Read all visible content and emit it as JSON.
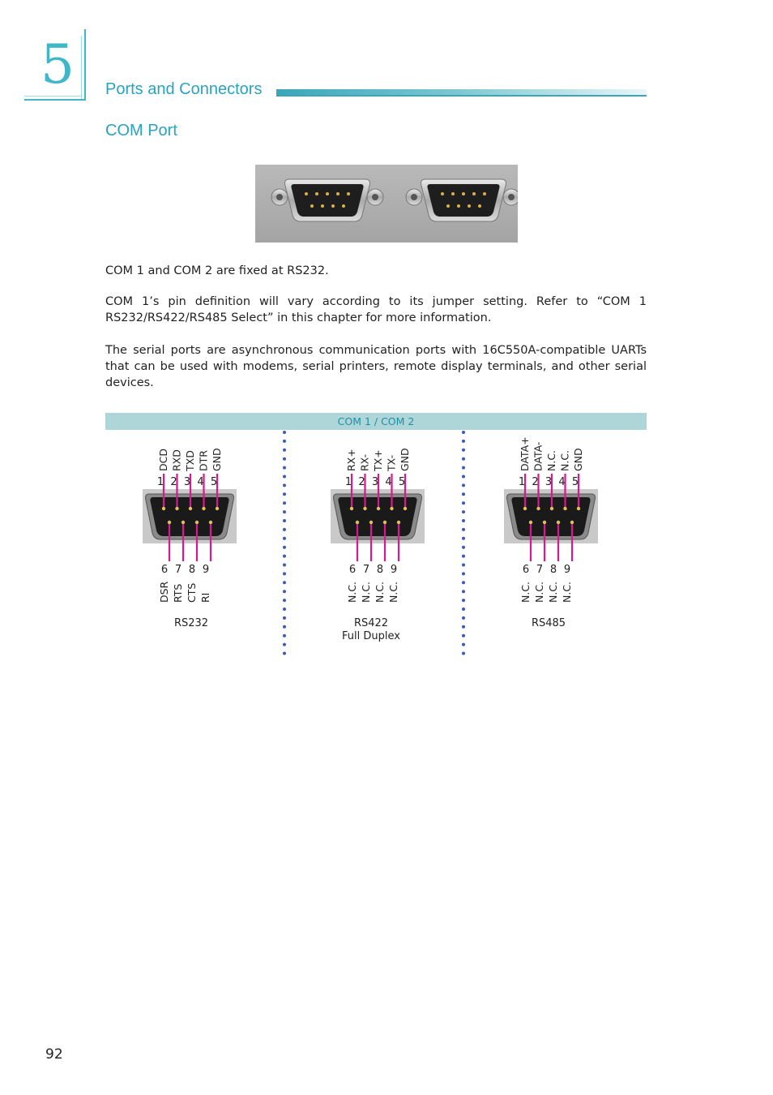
{
  "chapter": {
    "number": "5",
    "title": "Ports and Connectors"
  },
  "heading": "COM Port",
  "paragraphs": [
    "COM 1 and COM 2 are fixed at RS232.",
    "COM 1’s pin definition will vary according to its jumper setting. Refer to “COM 1 RS232/RS422/RS485 Select” in this chapter for more information.",
    "The serial ports are asynchronous communication ports with 16C550A-compatible UARTs that can be used with modems, serial printers, remote display terminals, and other serial devices."
  ],
  "pinout": {
    "header": "COM 1 / COM 2",
    "connectors": [
      {
        "top_pins": [
          "1",
          "2",
          "3",
          "4",
          "5"
        ],
        "top_signals": [
          "DCD",
          "RXD",
          "TXD",
          "DTR",
          "GND"
        ],
        "bottom_pins": [
          "6",
          "7",
          "8",
          "9"
        ],
        "bottom_signals": [
          "DSR",
          "RTS",
          "CTS",
          "RI"
        ],
        "mode": "RS232",
        "mode_sub": ""
      },
      {
        "top_pins": [
          "1",
          "2",
          "3",
          "4",
          "5"
        ],
        "top_signals": [
          "RX+",
          "RX-",
          "TX+",
          "TX-",
          "GND"
        ],
        "bottom_pins": [
          "6",
          "7",
          "8",
          "9"
        ],
        "bottom_signals": [
          "N.C.",
          "N.C.",
          "N.C.",
          "N.C."
        ],
        "mode": "RS422",
        "mode_sub": "Full Duplex"
      },
      {
        "top_pins": [
          "1",
          "2",
          "3",
          "4",
          "5"
        ],
        "top_signals": [
          "DATA+",
          "DATA-",
          "N.C.",
          "N.C.",
          "GND"
        ],
        "bottom_pins": [
          "6",
          "7",
          "8",
          "9"
        ],
        "bottom_signals": [
          "N.C.",
          "N.C.",
          "N.C.",
          "N.C."
        ],
        "mode": "RS485",
        "mode_sub": ""
      }
    ]
  },
  "page_number": "92",
  "colors": {
    "accent": "#2aa3c0",
    "pin_line": "#d6198c",
    "divider_dots": "#3b5bb5",
    "header_bg": "#aed6d8"
  }
}
